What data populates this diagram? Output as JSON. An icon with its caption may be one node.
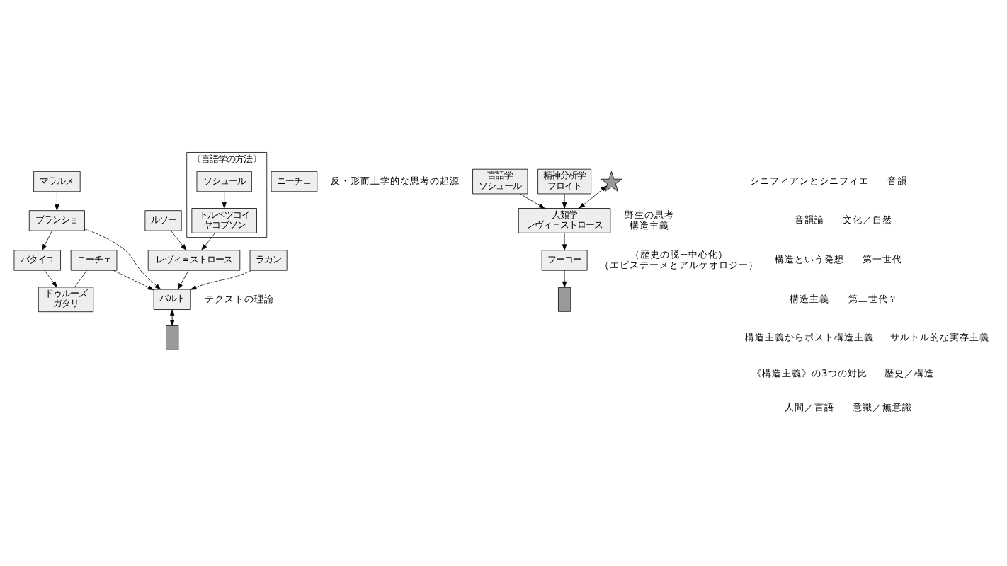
{
  "diagram": {
    "nodes": [
      {
        "text": [
          "ニーチェ"
        ]
      },
      {
        "text": [
          "マラルメ"
        ]
      },
      {
        "text": [
          "ブランショ"
        ]
      },
      {
        "text": [
          "バタイユ"
        ]
      },
      {
        "text": [
          "ルソー"
        ]
      },
      {
        "text": [
          "〔言語学の方法〕"
        ]
      },
      {
        "text": [
          "ソシュール"
        ],
        "in": 5
      },
      {
        "text": [
          "トルベツコイ",
          "ヤコブソン"
        ],
        "in": 5
      },
      {
        "text": [
          "レヴィ＝ストロース"
        ]
      },
      {
        "text": [
          "ラカン"
        ]
      },
      {
        "text": [
          "バルト"
        ],
        "beside": [
          "テクストの理論"
        ]
      },
      {
        "text": [
          "ドゥルーズ",
          "ガタリ"
        ]
      },
      {
        "text": [],
        "shape": "person"
      },
      {
        "text": [
          "ニーチェ"
        ],
        "beside": [
          "反・形而上学的な思考の起源"
        ]
      },
      {
        "text": [
          "言語学",
          "ソシュール"
        ]
      },
      {
        "text": [
          "精神分析学",
          "フロイト"
        ]
      },
      {
        "text": [],
        "shape": "star"
      },
      {
        "text": [
          "人類学",
          "レヴィ＝ストロース"
        ],
        "beside": [
          "野生の思考",
          "構造主義"
        ]
      },
      {
        "text": [
          "フーコー"
        ],
        "beside": [
          "（歴史の脱−中心化）",
          "（エピステーメとアルケオロジー）"
        ]
      },
      {
        "text": [],
        "shape": "person"
      }
    ],
    "edges": [
      {
        "from": 0,
        "to": 11,
        "arrow": "none"
      },
      {
        "from": 0,
        "to": 10,
        "arrow": "to",
        "style": "dashed"
      },
      {
        "from": 1,
        "to": 2,
        "arrow": "to",
        "style": "dashed"
      },
      {
        "from": 2,
        "to": 10,
        "arrow": "to",
        "style": "dashed"
      },
      {
        "from": 2,
        "to": 3,
        "arrow": "to"
      },
      {
        "from": 3,
        "to": 11,
        "arrow": "to"
      },
      {
        "from": 4,
        "to": 8,
        "arrow": "to"
      },
      {
        "from": 6,
        "to": 7,
        "arrow": "to"
      },
      {
        "from": 7,
        "to": 8,
        "arrow": "to"
      },
      {
        "from": 8,
        "to": 10,
        "arrow": "to"
      },
      {
        "from": 9,
        "to": 10,
        "arrow": "to",
        "style": "dashed"
      },
      {
        "from": 10,
        "to": 12,
        "arrow": "both"
      },
      {
        "from": 14,
        "to": 17,
        "arrow": "to"
      },
      {
        "from": 15,
        "to": 17,
        "arrow": "to"
      },
      {
        "from": 16,
        "to": 17,
        "arrow": "both"
      },
      {
        "from": 17,
        "to": 18,
        "arrow": "to"
      },
      {
        "from": 18,
        "to": 19,
        "arrow": "to"
      }
    ],
    "labels": [
      "シニフィアンとシニフィエ",
      "音韻",
      "音韻論",
      "文化／自然",
      "構造という発想",
      "第一世代",
      "構造主義",
      "第二世代？",
      "構造主義からポスト構造主義",
      "サルトル的な実存主義",
      "《構造主義》の3つの対比",
      "歴史／構造",
      "人間／言語",
      "意識／無意識"
    ]
  }
}
